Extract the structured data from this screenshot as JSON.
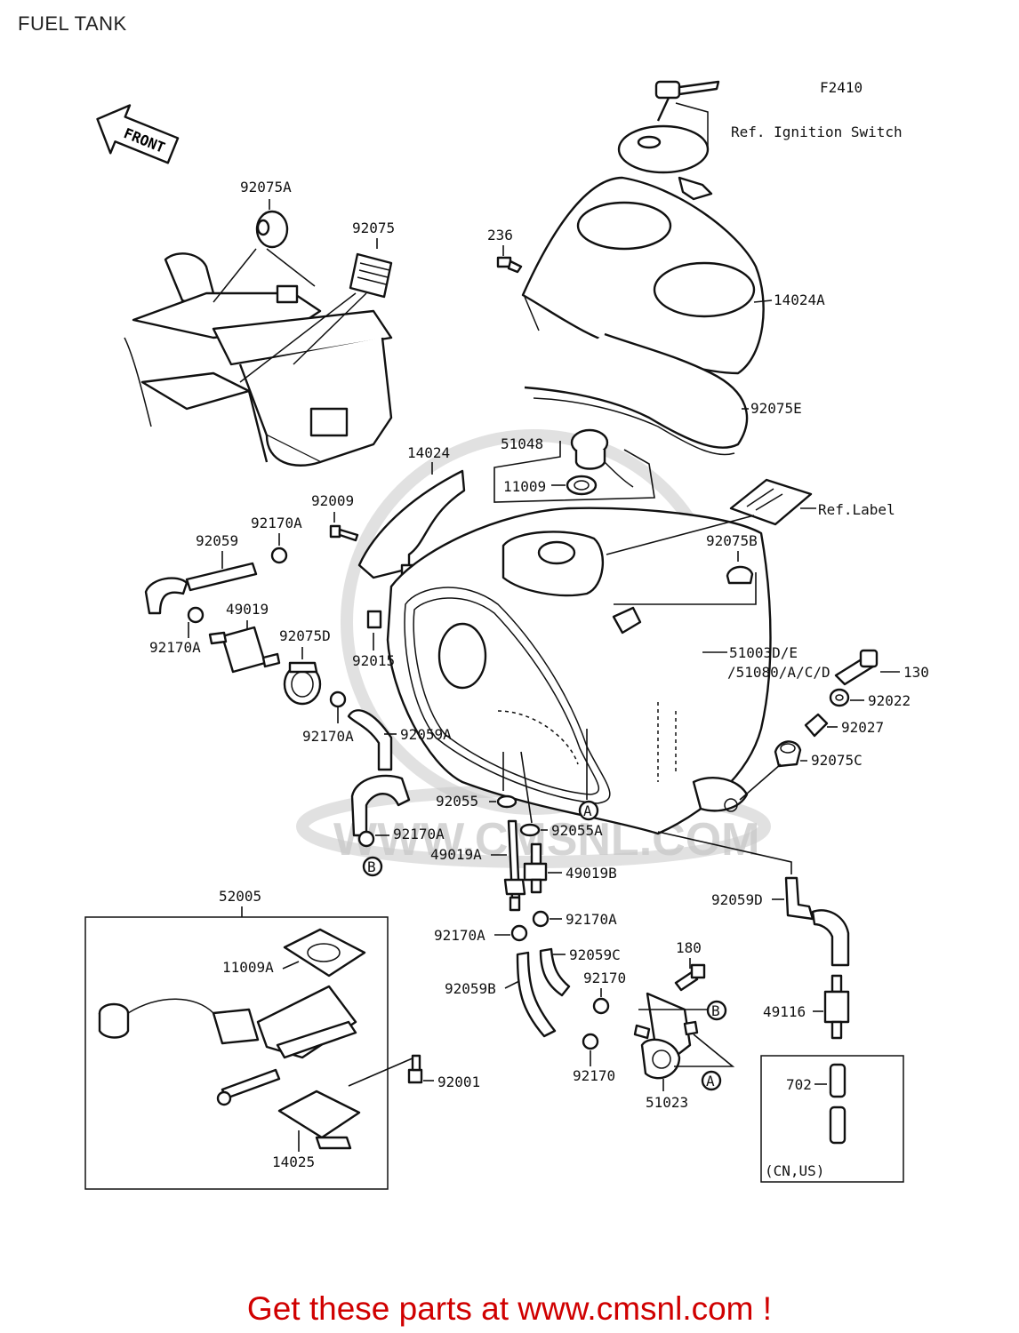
{
  "title": "FUEL TANK",
  "figure_code": "F2410",
  "front_arrow": "FRONT",
  "footer": "Get these parts at www.cmsnl.com !",
  "watermark": "WWW.CMSNL.COM",
  "accent_color": "#d00000",
  "labels": {
    "ref_ignition": "Ref. Ignition Switch",
    "p92075A": "92075A",
    "p92075": "92075",
    "p236": "236",
    "p14024A": "14024A",
    "p92075E": "92075E",
    "p51048": "51048",
    "p11009": "11009",
    "p14024": "14024",
    "p92009": "92009",
    "ref_label": "Ref.Label",
    "p92170A_1": "92170A",
    "p92059": "92059",
    "p92075B": "92075B",
    "p49019": "49019",
    "p92170A_2": "92170A",
    "p92075D": "92075D",
    "p92015": "92015",
    "p51003": "51003D/E",
    "p51080": "/51080/A/C/D",
    "p130": "130",
    "p92022": "92022",
    "p92027": "92027",
    "p92170A_3": "92170A",
    "p92059A": "92059A",
    "p92075C": "92075C",
    "p92055": "92055",
    "p92055A": "92055A",
    "marker_A": "A",
    "p92170A_4": "92170A",
    "marker_B": "B",
    "p49019A": "49019A",
    "p49019B": "49019B",
    "p52005": "52005",
    "p92059D": "92059D",
    "p92170A_5": "92170A",
    "p92170A_6": "92170A",
    "p11009A": "11009A",
    "p92059C": "92059C",
    "p180": "180",
    "p92059B": "92059B",
    "p92170_1": "92170",
    "p49116": "49116",
    "p92001": "92001",
    "p92170_2": "92170",
    "p51023": "51023",
    "p702": "702",
    "p14025": "14025",
    "region": "(CN,US)"
  }
}
